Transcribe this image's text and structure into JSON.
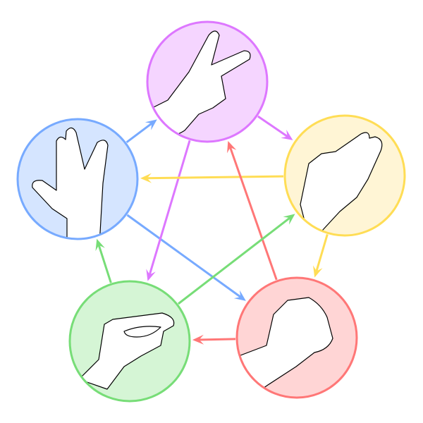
{
  "nodes": [
    {
      "id": "scissors",
      "icon": "scissors-hand-icon",
      "fill": "#f5d5ff",
      "stroke": "#dd77ff"
    },
    {
      "id": "paper",
      "icon": "paper-hand-icon",
      "fill": "#fff5d5",
      "stroke": "#ffdd55"
    },
    {
      "id": "rock",
      "icon": "rock-fist-icon",
      "fill": "#ffd5d5",
      "stroke": "#ff7777"
    },
    {
      "id": "lizard",
      "icon": "lizard-hand-icon",
      "fill": "#d5f5d5",
      "stroke": "#77dd77"
    },
    {
      "id": "spock",
      "icon": "spock-hand-icon",
      "fill": "#d5e5ff",
      "stroke": "#77aaff"
    }
  ],
  "edges": [
    {
      "from": "spock",
      "to": "scissors"
    },
    {
      "from": "spock",
      "to": "rock"
    },
    {
      "from": "scissors",
      "to": "paper"
    },
    {
      "from": "scissors",
      "to": "lizard"
    },
    {
      "from": "paper",
      "to": "spock"
    },
    {
      "from": "paper",
      "to": "rock"
    },
    {
      "from": "rock",
      "to": "lizard"
    },
    {
      "from": "rock",
      "to": "scissors"
    },
    {
      "from": "lizard",
      "to": "spock"
    },
    {
      "from": "lizard",
      "to": "paper"
    }
  ]
}
